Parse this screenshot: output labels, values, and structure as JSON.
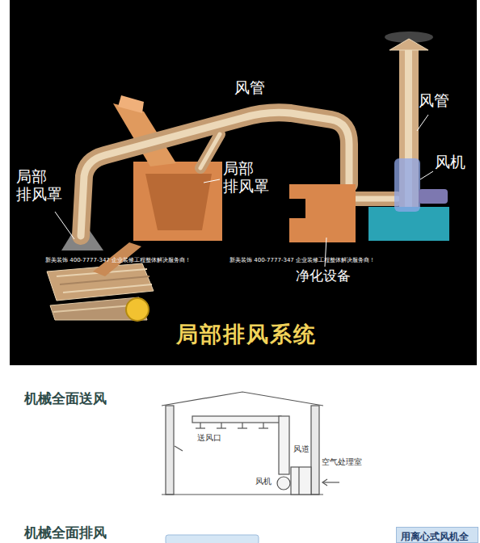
{
  "diagram": {
    "title": "局部排风系统",
    "nodes": [
      {
        "text": [
          "用离心式风机全"
        ]
      }
    ],
    "labels": [
      "风管",
      "风管",
      "局部 排风罩",
      "局部 排风罩",
      "风机",
      "净化设备",
      "新美装饰 400-7777-347 企业装修工程整体解决服务商！",
      "新美装饰 400-7777-347 企业装修工程整体解决服务商！",
      "机械全面送风",
      "送风口",
      "风道",
      "空气处理室",
      "风机",
      "机械全面排风"
    ]
  }
}
